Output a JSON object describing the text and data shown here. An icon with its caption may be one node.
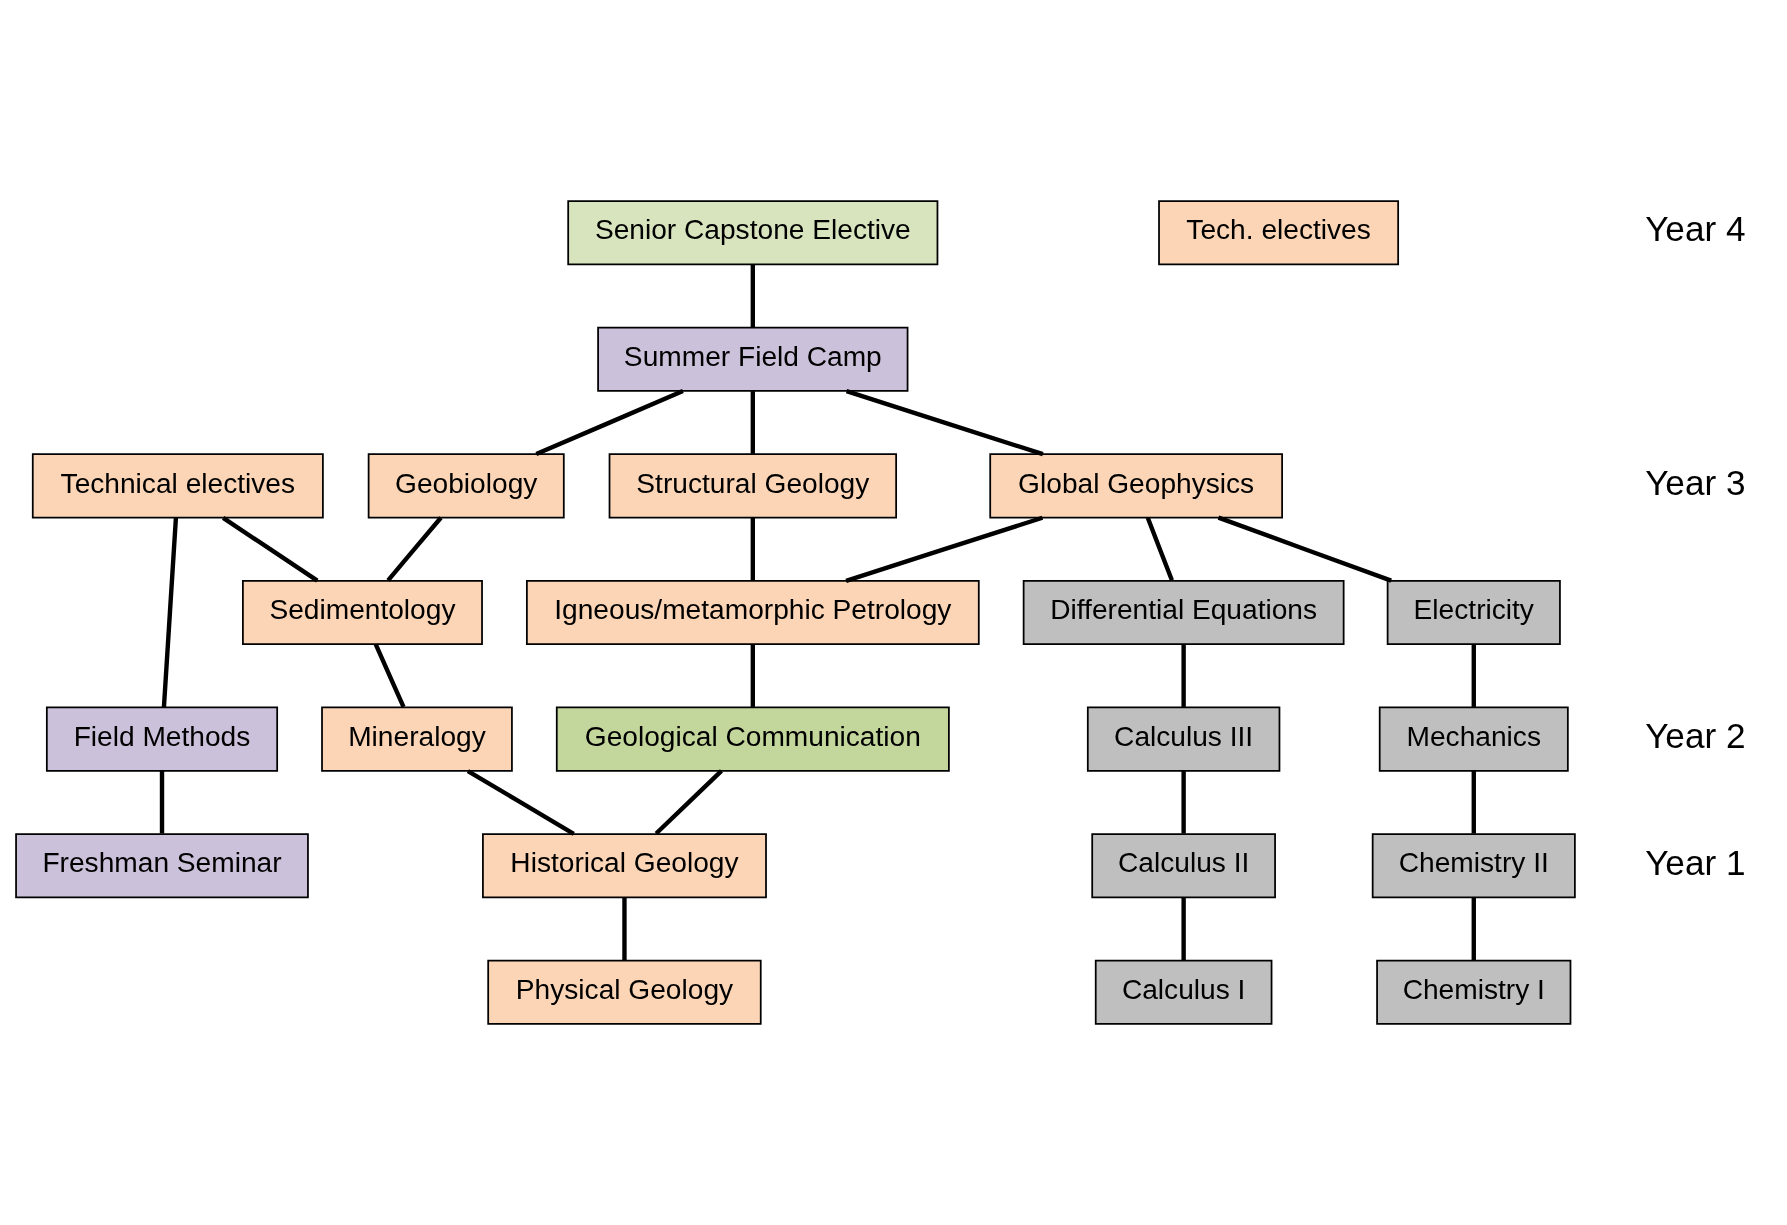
{
  "diagram": {
    "nodes": [
      {
        "text": [
          "Senior Capstone Elective"
        ]
      },
      {
        "text": [
          "Tech. electives"
        ]
      },
      {
        "text": [
          "Summer Field Camp"
        ]
      },
      {
        "text": [
          "Structural Geology"
        ]
      },
      {
        "text": [
          "Geobiology"
        ]
      },
      {
        "text": [
          "Technical electives"
        ]
      },
      {
        "text": [
          "Global Geophysics"
        ]
      },
      {
        "text": [
          "Igneous/metamorphic Petrology"
        ]
      },
      {
        "text": [
          "Sedimentology"
        ]
      },
      {
        "text": [
          "Electricity"
        ]
      },
      {
        "text": [
          "Differential Equations"
        ]
      },
      {
        "text": [
          "Geological Communication"
        ]
      },
      {
        "text": [
          "Mineralogy"
        ]
      },
      {
        "text": [
          "Field Methods"
        ]
      },
      {
        "text": [
          "Mechanics"
        ]
      },
      {
        "text": [
          "Calculus III"
        ]
      },
      {
        "text": [
          "Historical Geology"
        ]
      },
      {
        "text": [
          "Freshman Seminar"
        ]
      },
      {
        "text": [
          "Chemistry II"
        ]
      },
      {
        "text": [
          "Calculus II"
        ]
      },
      {
        "text": [
          "Physical Geology"
        ]
      },
      {
        "text": [
          "Chemistry I"
        ]
      },
      {
        "text": [
          "Calculus I"
        ]
      }
    ],
    "edges": [
      {
        "from": 2,
        "to": 0,
        "arrow": "none"
      },
      {
        "from": 3,
        "to": 2,
        "arrow": "none"
      },
      {
        "from": 4,
        "to": 2,
        "arrow": "none"
      },
      {
        "from": 6,
        "to": 2,
        "arrow": "none"
      },
      {
        "from": 7,
        "to": 3,
        "arrow": "none"
      },
      {
        "from": 8,
        "to": 4,
        "arrow": "none"
      },
      {
        "from": 13,
        "to": 5,
        "arrow": "none"
      },
      {
        "from": 8,
        "to": 5,
        "arrow": "none"
      },
      {
        "from": 7,
        "to": 6,
        "arrow": "none"
      },
      {
        "from": 9,
        "to": 6,
        "arrow": "none"
      },
      {
        "from": 10,
        "to": 6,
        "arrow": "none"
      },
      {
        "from": 11,
        "to": 7,
        "arrow": "none"
      },
      {
        "from": 12,
        "to": 8,
        "arrow": "none"
      },
      {
        "from": 14,
        "to": 9,
        "arrow": "none"
      },
      {
        "from": 15,
        "to": 10,
        "arrow": "none"
      },
      {
        "from": 16,
        "to": 11,
        "arrow": "none"
      },
      {
        "from": 16,
        "to": 12,
        "arrow": "none"
      },
      {
        "from": 17,
        "to": 13,
        "arrow": "none"
      },
      {
        "from": 18,
        "to": 14,
        "arrow": "none"
      },
      {
        "from": 19,
        "to": 15,
        "arrow": "none"
      },
      {
        "from": 20,
        "to": 16,
        "arrow": "none"
      },
      {
        "from": 21,
        "to": 18,
        "arrow": "none"
      },
      {
        "from": 22,
        "to": 19,
        "arrow": "none"
      }
    ],
    "labels": [
      "Year 4",
      "Year 3",
      "Year 2",
      "Year 1"
    ]
  }
}
